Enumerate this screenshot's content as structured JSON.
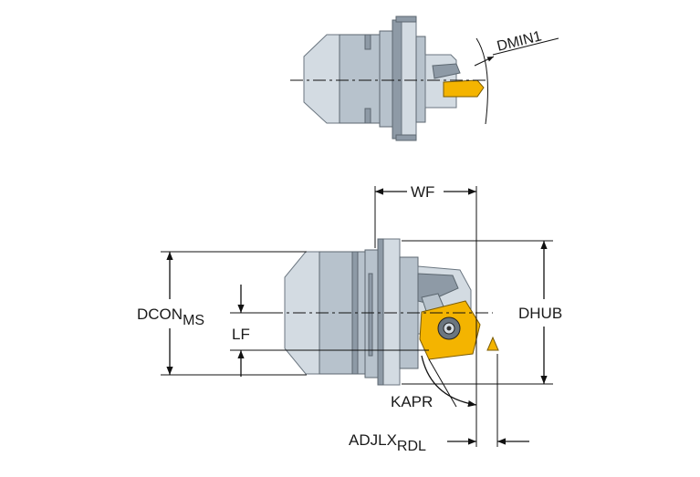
{
  "labels": {
    "dmin1": "DMIN1",
    "wf": "WF",
    "dcon": "DCON",
    "dcon_sub": "MS",
    "lf": "LF",
    "dhub": "DHUB",
    "kapr": "KAPR",
    "adjlx": "ADJLX",
    "adjlx_sub": "RDL"
  },
  "colors": {
    "insert": "#f4b400",
    "body": "#b7c2cc",
    "line": "#111111"
  }
}
